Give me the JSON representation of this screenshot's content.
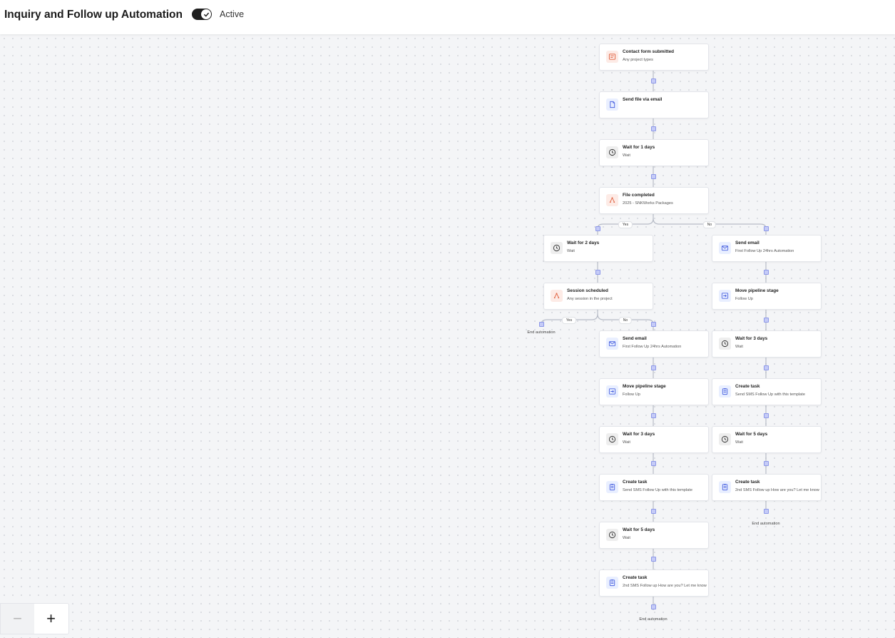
{
  "header": {
    "title": "Inquiry and Follow up Automation",
    "status_label": "Active",
    "active": true
  },
  "zoom": {
    "out_label": "−",
    "in_label": "+"
  },
  "colors": {
    "accent": "#8d98e8",
    "connector": "#b7bcc7",
    "toggle_on": "#1f1f1f"
  },
  "flow": {
    "trigger": {
      "title": "Contact form submitted",
      "subtitle": "Any project types",
      "icon": "form-icon"
    },
    "send_file": {
      "title": "Send file via email",
      "subtitle": "",
      "icon": "file-icon"
    },
    "wait_1": {
      "title": "Wait for 1 days",
      "subtitle": "Wait",
      "icon": "clock-icon"
    },
    "file_completed": {
      "title": "File completed",
      "subtitle": "2025 - SNKWorks Packages",
      "icon": "branch-icon",
      "yes_label": "Yes",
      "no_label": "No"
    },
    "yes_branch": {
      "wait_2": {
        "title": "Wait for 2 days",
        "subtitle": "Wait",
        "icon": "clock-icon"
      },
      "session_scheduled": {
        "title": "Session scheduled",
        "subtitle": "Any session in the project",
        "icon": "branch-icon",
        "yes_label": "Yes",
        "no_label": "No"
      },
      "yes_end": "End automation",
      "no_branch": [
        {
          "title": "Send email",
          "subtitle": "First Follow Up 24hrs Automation",
          "icon": "mail-icon"
        },
        {
          "title": "Move pipeline stage",
          "subtitle": "Follow Up",
          "icon": "move-icon"
        },
        {
          "title": "Wait for 3 days",
          "subtitle": "Wait",
          "icon": "clock-icon"
        },
        {
          "title": "Create task",
          "subtitle": "Send SMS Follow Up with this template",
          "icon": "task-icon"
        },
        {
          "title": "Wait for 5 days",
          "subtitle": "Wait",
          "icon": "clock-icon"
        },
        {
          "title": "Create task",
          "subtitle": "2nd SMS Follow up How are you? Let me know",
          "icon": "task-icon"
        }
      ],
      "no_end": "End automation"
    },
    "no_branch": {
      "steps": [
        {
          "title": "Send email",
          "subtitle": "First Follow Up 24hrs Automation",
          "icon": "mail-icon"
        },
        {
          "title": "Move pipeline stage",
          "subtitle": "Follow Up",
          "icon": "move-icon"
        },
        {
          "title": "Wait for 3 days",
          "subtitle": "Wait",
          "icon": "clock-icon"
        },
        {
          "title": "Create task",
          "subtitle": "Send SMS Follow Up with this template",
          "icon": "task-icon"
        },
        {
          "title": "Wait for 5 days",
          "subtitle": "Wait",
          "icon": "clock-icon"
        },
        {
          "title": "Create task",
          "subtitle": "2nd SMS Follow up How are you? Let me know",
          "icon": "task-icon"
        }
      ],
      "end": "End automation"
    }
  }
}
